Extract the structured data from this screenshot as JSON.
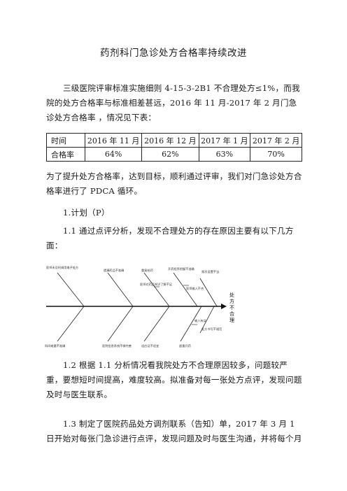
{
  "document": {
    "title": "药剂科门急诊处方合格率持续改进",
    "intro": "三级医院评审标准实施细则 4-15-3-2B1 不合理处方≤1%，而我院的处方合格率与标准相差甚远，2016 年 11 月-2017 年 2 月门急诊处方合格率 ，情况见下表：",
    "table": {
      "row_labels": [
        "时间",
        "合格率"
      ],
      "periods": [
        "2016 年 11 月",
        "2016 年 12 月",
        "2017 年 1 月",
        "2017 年 2 月"
      ],
      "rates": [
        "64%",
        "62%",
        "63%",
        "70%"
      ]
    },
    "after_table": "为了提升处方合格率，达到目标，顺利通过评审，我们对门急诊处方合格率进行了 PDCA 循环。",
    "section_plan": "1.计划（P）",
    "para_1_1": "1.1 通过点评分析，发现不合理处方的存在原因主要有以下几方面：",
    "fishbone": {
      "head": [
        "处",
        "方",
        "不",
        "合",
        "理"
      ],
      "top_causes": [
        "医师未及时调用电子处方",
        "遗漏药品不准确",
        "重复给药",
        "开药程序把握不准确",
        "频次设置不当"
      ],
      "upper_sub": [
        "医师对药品知识了解不足",
        "医师输入不合"
      ],
      "bottom_causes": [
        "科间难量不准确",
        "医院信息系统不够完善",
        "适应证不适宜",
        "输入有误",
        "处方书写不规范"
      ],
      "lower_sub": [
        "超量开药"
      ]
    },
    "para_1_2": "1.2 根据 1.1 分析情况看我院处方不合理原因较多，问题较严重，要想短时间提高，难度较高。拟准备对每一张处方点评，发现问题及时与医生联系。",
    "para_1_3": "1.3 制定了医院药品处方调剂联系（告知）单，2017 年 3 月 1 日开始对每张门急诊进行点评，发现问题及时与医生沟通，并将每个月"
  }
}
